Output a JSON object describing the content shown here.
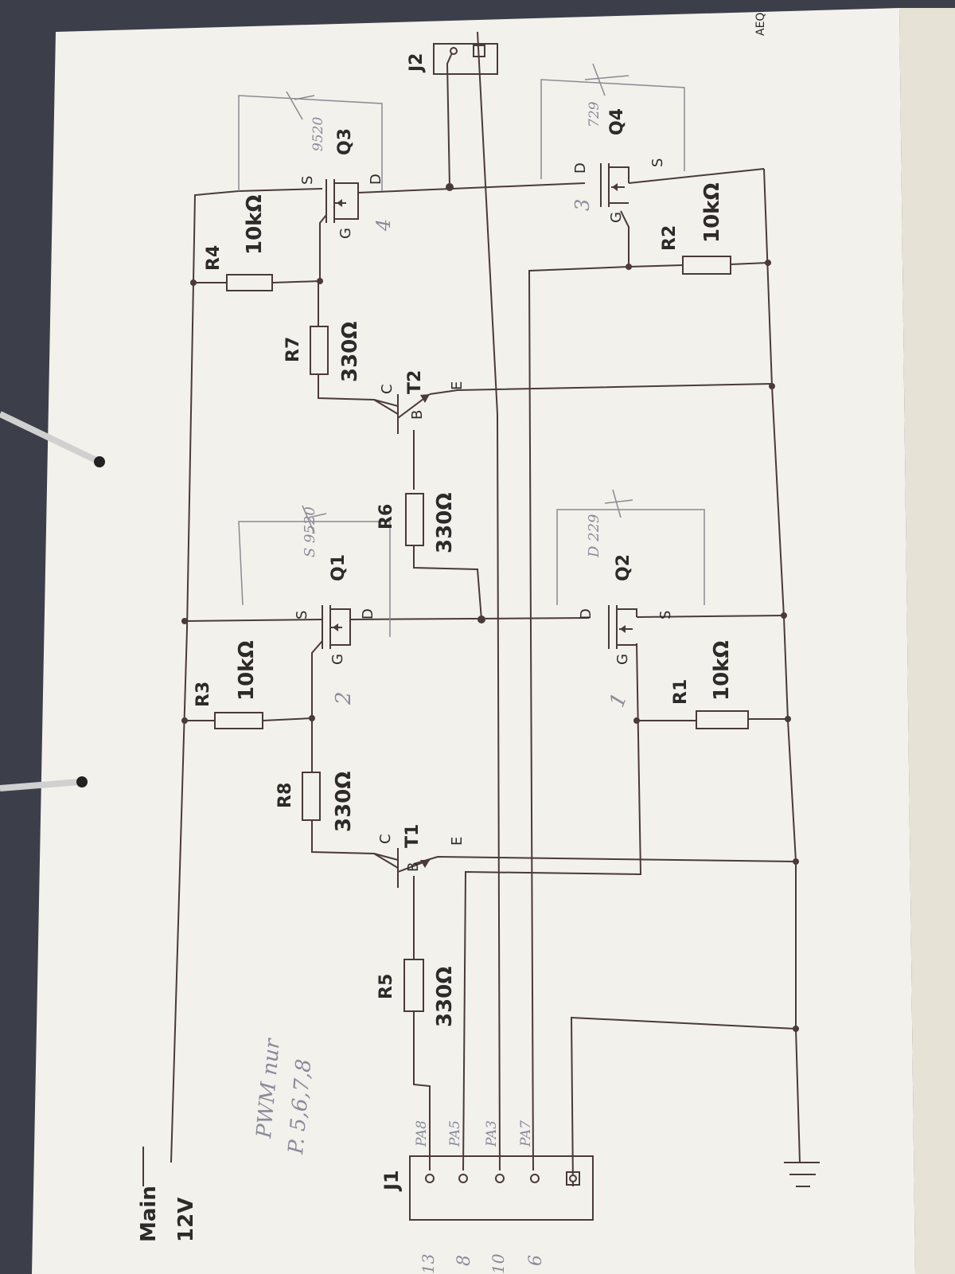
{
  "labels": {
    "main": "Main",
    "v12": "12V",
    "j1": "J1",
    "j2": "J2",
    "corner": "AEQ",
    "t1": "T1",
    "t2": "T2",
    "q1": "Q1",
    "q2": "Q2",
    "q3": "Q3",
    "q4": "Q4",
    "r1": "R1",
    "r2": "R2",
    "r3": "R3",
    "r4": "R4",
    "r5": "R5",
    "r6": "R6",
    "r7": "R7",
    "r8": "R8",
    "v10k": "10kΩ",
    "v330": "330Ω",
    "pin_c": "C",
    "pin_b": "B",
    "pin_e": "E",
    "pin_s": "S",
    "pin_g": "G",
    "pin_d": "D"
  },
  "handwriting": {
    "pwm": "PWM nur",
    "pins": "P. 5,6,7,8",
    "pa8": "PA8",
    "pa5": "PA5",
    "pa3": "PA3",
    "pa7": "PA7",
    "n13": "13",
    "n8": "8",
    "n10": "10",
    "n6": "6",
    "q1_note": "S 9520",
    "q2_note": "D 229",
    "q3_note": "9520",
    "q4_note": "729",
    "g1": "1",
    "g2": "2",
    "g3": "3",
    "g4": "4"
  }
}
